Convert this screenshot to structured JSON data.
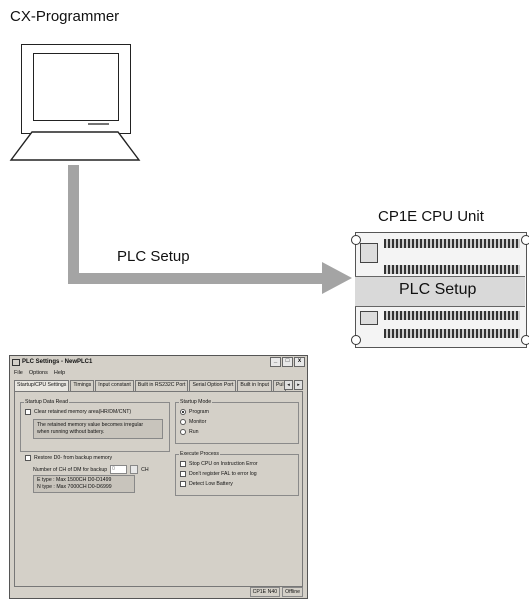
{
  "labels": {
    "cx_programmer": "CX-Programmer",
    "plc_setup_arrow": "PLC Setup",
    "cpu_unit": "CP1E CPU Unit",
    "plc_setup_box": "PLC Setup"
  },
  "dialog": {
    "title": "PLC Settings - NewPLC1",
    "window_buttons": [
      "_",
      "□",
      "x"
    ],
    "menu": [
      "File",
      "Options",
      "Help"
    ],
    "tabs": [
      "Startup/CPU Settings",
      "Timings",
      "Input constant",
      "Built in RS232C Port",
      "Serial Option Port",
      "Built in Input",
      "Pul"
    ],
    "startup_data_read": {
      "title": "Startup Data Read",
      "clear_retained": "Clear retained memory area(HR/DM/CNT)",
      "clear_note_1": "The retained memory value becomes irregular",
      "clear_note_2": "when running without battery.",
      "restore_d0": "Restore D0- from backup memory",
      "num_ch_label": "Number of CH of DM for backup",
      "num_ch_value": "0",
      "num_ch_unit": "CH",
      "etype": "E type : Max 1500CH  D0-D1499",
      "ntype": "N type : Max 7000CH  D0-D6999"
    },
    "startup_mode": {
      "title": "Startup Mode",
      "options": [
        "Program",
        "Monitor",
        "Run"
      ],
      "selected": "Program"
    },
    "execute_process": {
      "title": "Execute Process",
      "options": [
        "Stop CPU on Instruction Error",
        "Don't register FAL to error log",
        "Detect Low Battery"
      ]
    },
    "status": [
      "CP1E N40",
      "Offline"
    ]
  }
}
